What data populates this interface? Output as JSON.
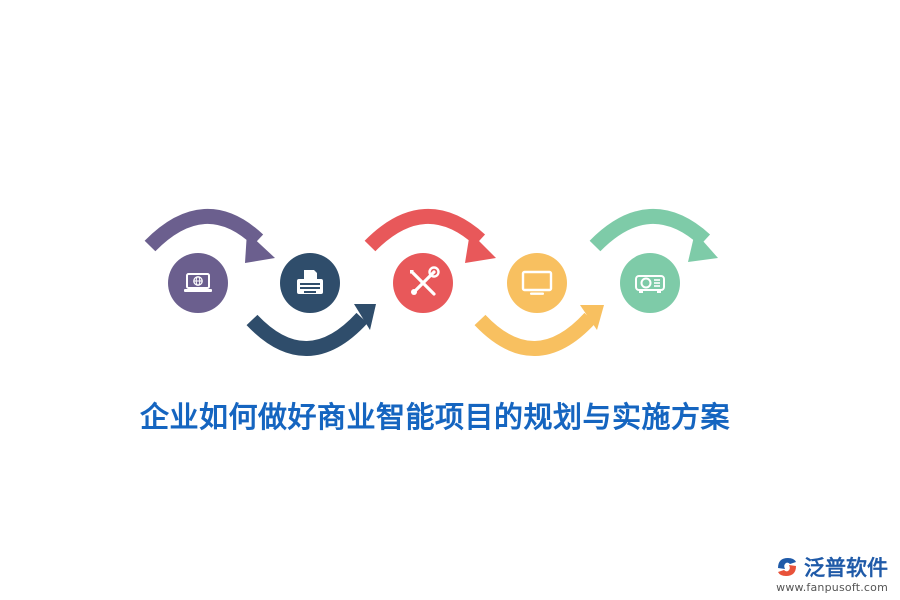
{
  "title": "企业如何做好商业智能项目的规划与实施方案",
  "colors": {
    "title": "#1565c0",
    "brand": "#1f5aa8",
    "brand_accent": "#e8523a",
    "brand_url": "#555555",
    "icon_glyph": "#ffffff"
  },
  "steps": [
    {
      "icon": "laptop-globe-icon",
      "color": "#6b5f8e"
    },
    {
      "icon": "typewriter-icon",
      "color": "#2f4d6b"
    },
    {
      "icon": "wrench-screwdriver-icon",
      "color": "#e8585a"
    },
    {
      "icon": "monitor-icon",
      "color": "#f8c060"
    },
    {
      "icon": "projector-icon",
      "color": "#7ecba8"
    }
  ],
  "brand": {
    "logo": "fanpu-logo",
    "name": "泛普软件",
    "url": "www.fanpusoft.com"
  }
}
